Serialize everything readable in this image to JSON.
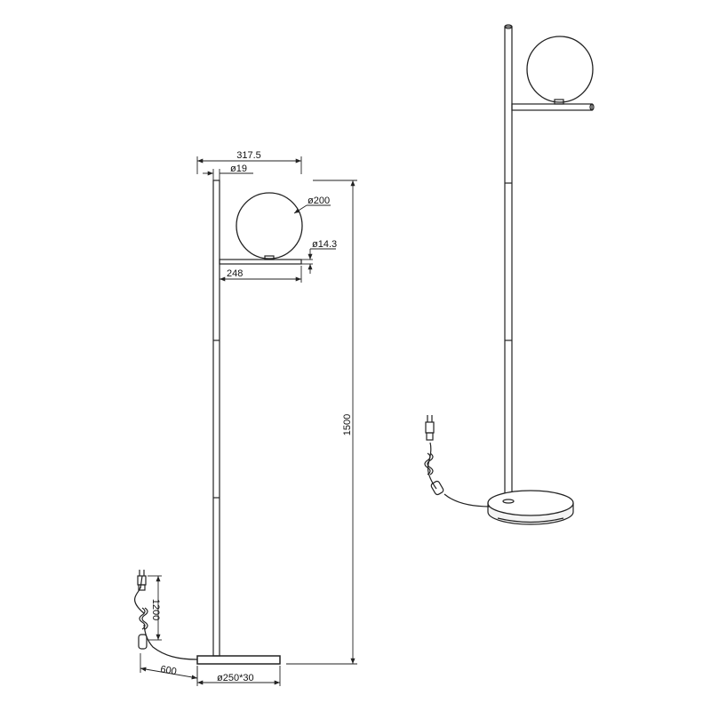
{
  "dimensions": {
    "total_width": "317.5",
    "pole_diameter": "ø19",
    "globe_diameter": "ø200",
    "arm_diameter": "ø14.3",
    "arm_length": "248",
    "total_height": "1500",
    "cord_length": "1200",
    "plug_cord_length": "600",
    "base": "ø250*30"
  },
  "colors": {
    "line": "#222222",
    "background": "#ffffff"
  }
}
